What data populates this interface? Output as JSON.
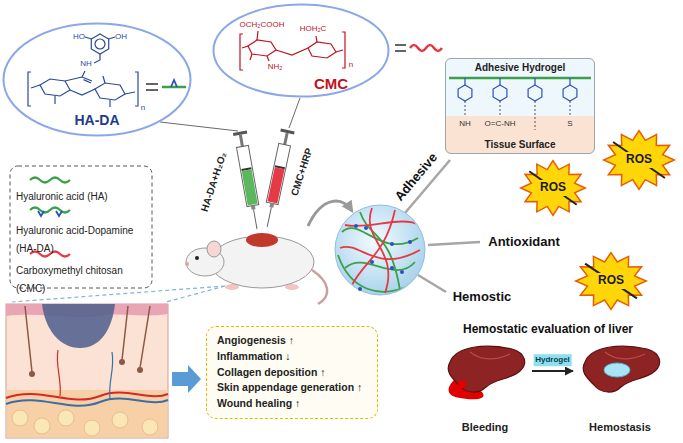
{
  "diagram": {
    "nodes": [
      {
        "text": [
          "HA-DA"
        ]
      },
      {
        "text": [
          "CMC"
        ]
      },
      {
        "text": [
          "Adhesive Hydrogel",
          "Tissue Surface"
        ]
      },
      {
        "text": [
          "ROS"
        ]
      },
      {
        "text": [
          "ROS"
        ]
      },
      {
        "text": [
          "ROS"
        ]
      },
      {
        "text": [
          "Angiogenesis ↑",
          "Inflammation ↓",
          "Collagen deposition ↑",
          "Skin appendage generation ↑",
          "Wound healing ↑"
        ]
      },
      {
        "text": [
          "Bleeding"
        ]
      },
      {
        "text": [
          "Hemostasis"
        ]
      }
    ],
    "edges": [
      {
        "from": 7,
        "to": 8,
        "arrow": "to",
        "label": "Hydrogel"
      }
    ],
    "labels": [
      "HO",
      "OH",
      "NH",
      "n",
      "OCH₂COOH",
      "HOH₂C",
      "NH₂",
      "n",
      "HA-DA+H₂O₂",
      "CMC+HRP",
      "Adhesive",
      "Antioxidant",
      "Hemostic",
      "Hemostatic evaluation of liver",
      "NH",
      "O=C-NH",
      "S"
    ],
    "legend": [
      {
        "text": "Hyaluronic acid (HA)"
      },
      {
        "text": "Hyaluronic acid-Dopamine (HA-DA)"
      },
      {
        "text": "Carboxymethyl chitosan (CMC)"
      }
    ]
  }
}
